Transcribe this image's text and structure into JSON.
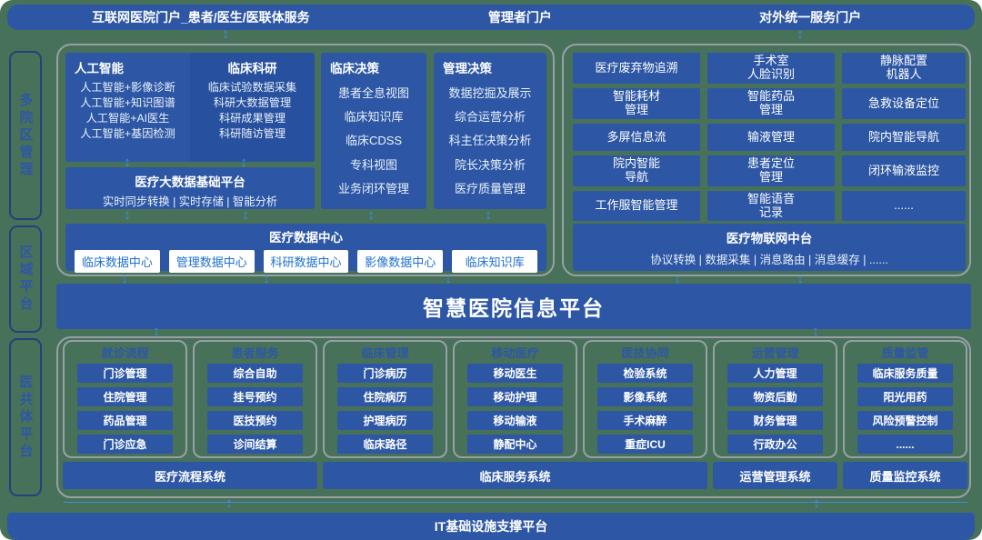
{
  "portals": {
    "left": "互联网医院门户_患者/医生/医联体服务",
    "center": "管理者门户",
    "right": "对外统一服务门户"
  },
  "sidebar": {
    "items": [
      {
        "label": "多院区管理"
      },
      {
        "label": "区域平台"
      },
      {
        "label": "医共体平台"
      }
    ]
  },
  "ai": {
    "title": "人工智能",
    "items": [
      "人工智能+影像诊断",
      "人工智能+知识图谱",
      "人工智能+AI医生",
      "人工智能+基因检测"
    ]
  },
  "research": {
    "title": "临床科研",
    "items": [
      "临床试验数据采集",
      "科研大数据管理",
      "科研成果管理",
      "科研随访管理"
    ]
  },
  "bigdata": {
    "title": "医疗大数据基础平台",
    "subtitle": "实时同步转换 | 实时存储 | 智能分析"
  },
  "clinical_decision": {
    "title": "临床决策",
    "items": [
      "患者全息视图",
      "临床知识库",
      "临床CDSS",
      "专科视图",
      "业务闭环管理"
    ]
  },
  "mgmt_decision": {
    "title": "管理决策",
    "items": [
      "数据挖掘及展示",
      "综合运营分析",
      "科主任决策分析",
      "院长决策分析",
      "医疗质量管理"
    ]
  },
  "data_center": {
    "title": "医疗数据中心",
    "items": [
      "临床数据中心",
      "管理数据中心",
      "科研数据中心",
      "影像数据中心",
      "临床知识库"
    ]
  },
  "iot": {
    "cells": [
      "医疗废弃物追溯",
      "手术室\n人脸识别",
      "静脉配置\n机器人",
      "智能耗材\n管理",
      "智能药品\n管理",
      "急救设备定位",
      "多屏信息流",
      "输液管理",
      "院内智能导航",
      "院内智能\n导航",
      "患者定位\n管理",
      "闭环输液监控",
      "工作服智能管理",
      "智能语音\n记录",
      "......"
    ],
    "hub": {
      "title": "医疗物联网中台",
      "subtitle": "协议转换 | 数据采集 | 消息路由 | 消息缓存 | ......"
    }
  },
  "band": {
    "title": "智慧医院信息平台"
  },
  "app_columns": [
    {
      "header": "就诊流程",
      "items": [
        "门诊管理",
        "住院管理",
        "药品管理",
        "门诊应急"
      ]
    },
    {
      "header": "患者服务",
      "items": [
        "综合自助",
        "挂号预约",
        "医技预约",
        "诊间结算"
      ]
    },
    {
      "header": "临床管理",
      "items": [
        "门诊病历",
        "住院病历",
        "护理病历",
        "临床路径"
      ]
    },
    {
      "header": "移动医疗",
      "items": [
        "移动医生",
        "移动护理",
        "移动输液",
        "静配中心"
      ]
    },
    {
      "header": "医技协同",
      "items": [
        "检验系统",
        "影像系统",
        "手术麻醉",
        "重症ICU"
      ]
    },
    {
      "header": "运营管理",
      "items": [
        "人力管理",
        "物资后勤",
        "财务管理",
        "行政办公"
      ]
    },
    {
      "header": "质量监管",
      "items": [
        "临床服务质量",
        "阳光用药",
        "风险预警控制",
        "......"
      ]
    }
  ],
  "system_bars": [
    {
      "label": "医疗流程系统"
    },
    {
      "label": "临床服务系统"
    },
    {
      "label": "运营管理系统"
    },
    {
      "label": "质量监控系统"
    }
  ],
  "it_bar": {
    "title": "IT基础设施支撑平台"
  },
  "colors": {
    "canvas_green": "#48715A",
    "primary_blue": "#2D57A5",
    "dark_inset_blue": "#27509E",
    "chip_text_blue": "#1D6FD1",
    "frame_grey": "#98A0A6",
    "arrow_blue": "#3E8EDE",
    "sidebar_border": "#24417E"
  }
}
